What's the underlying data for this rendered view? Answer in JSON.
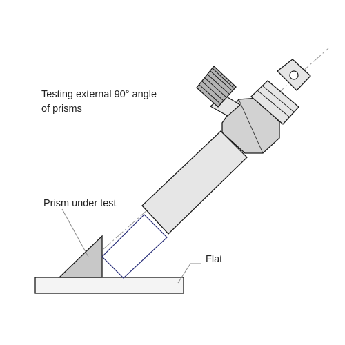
{
  "labels": {
    "title_line1": "Testing external 90° angle",
    "title_line2": "of prisms",
    "prism": "Prism under test",
    "flat": "Flat"
  },
  "colors": {
    "stroke": "#1a1a1a",
    "metal_light": "#e6e6e6",
    "metal_mid": "#d2d2d2",
    "metal_dark": "#b4b4b4",
    "prism_fill": "#c8c8c8",
    "beam": "#2a2f7a",
    "leader": "#888888",
    "axis": "#999999"
  }
}
